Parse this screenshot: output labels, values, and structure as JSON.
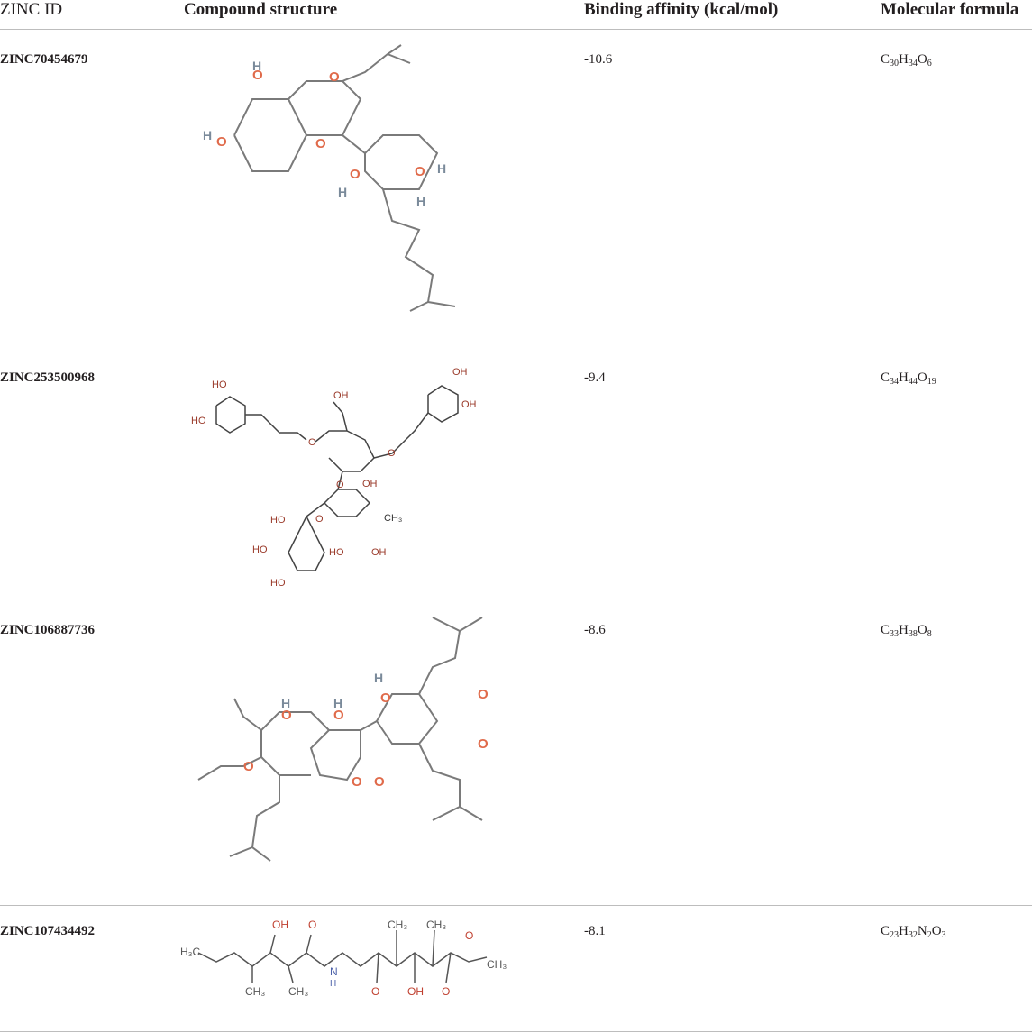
{
  "table": {
    "headers": {
      "zinc_id": "ZINC ID",
      "structure": "Compound structure",
      "affinity": "Binding affinity (kcal/mol)",
      "formula": "Molecular formula"
    },
    "rows": [
      {
        "zinc_id": "ZINC70454679",
        "affinity": "-10.6",
        "formula": [
          [
            "C",
            "30"
          ],
          [
            "H",
            "34"
          ],
          [
            "O",
            "6"
          ]
        ],
        "structure_icon": "flavonol-prenylated-structure"
      },
      {
        "zinc_id": "ZINC253500968",
        "affinity": "-9.4",
        "formula": [
          [
            "C",
            "34"
          ],
          [
            "H",
            "44"
          ],
          [
            "O",
            "19"
          ]
        ],
        "structure_icon": "caffeoyl-glycoside-structure"
      },
      {
        "zinc_id": "ZINC106887736",
        "affinity": "-8.6",
        "formula": [
          [
            "C",
            "33"
          ],
          [
            "H",
            "38"
          ],
          [
            "O",
            "8"
          ]
        ],
        "structure_icon": "coumarin-quinone-structure"
      },
      {
        "zinc_id": "ZINC107434492",
        "affinity": "-8.1",
        "formula": [
          [
            "C",
            "23"
          ],
          [
            "H",
            "32"
          ],
          [
            "N",
            "2"
          ],
          [
            "O",
            "3"
          ]
        ],
        "structure_icon": "linear-amide-ester-structure"
      }
    ]
  },
  "structure_labels": {
    "H": "H",
    "O": "O",
    "OH": "OH",
    "HO": "HO",
    "CH3": "CH₃",
    "H3C": "H₃C",
    "N": "N",
    "H2": "H"
  },
  "colors": {
    "oxygen": "#e06a4a",
    "oxygen_dark": "#b03a2a",
    "nitrogen": "#4a5fa8",
    "bond": "#7a7a7a",
    "rule": "#bdbdbd"
  }
}
